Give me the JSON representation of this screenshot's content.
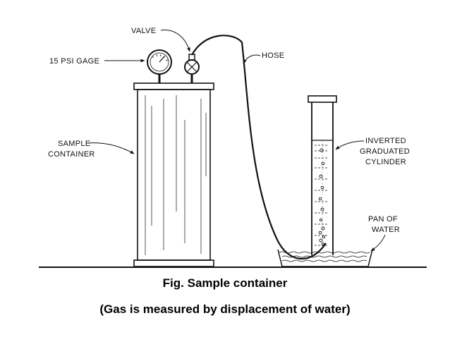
{
  "diagram": {
    "labels": {
      "valve": "VALVE",
      "gage": "15 PSI GAGE",
      "hose": "HOSE",
      "sample_line1": "SAMPLE",
      "sample_line2": "CONTAINER",
      "cylinder_line1": "INVERTED",
      "cylinder_line2": "GRADUATED",
      "cylinder_line3": "CYLINDER",
      "pan_line1": "PAN OF",
      "pan_line2": "WATER"
    }
  },
  "caption": {
    "title": "Fig. Sample container",
    "subtitle": "(Gas is measured by displacement of water)"
  },
  "colors": {
    "ink": "#111111",
    "background": "#ffffff"
  }
}
